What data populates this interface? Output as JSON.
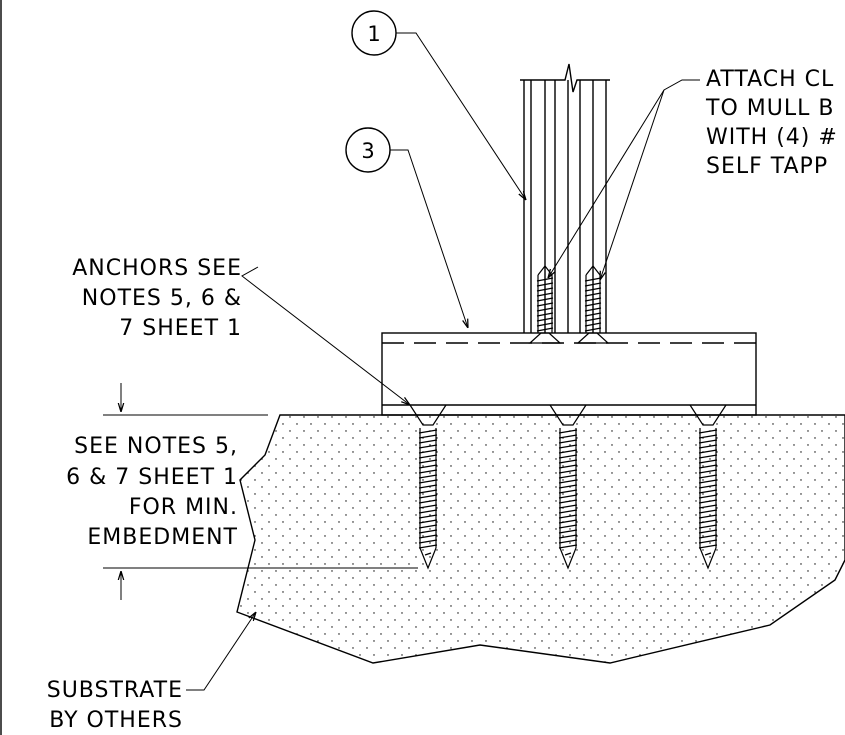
{
  "callouts": {
    "bubble_1": "1",
    "bubble_3": "3"
  },
  "notes": {
    "attach_clip": [
      "ATTACH CL",
      "TO MULL B",
      "WITH (4) #",
      "SELF TAPP"
    ],
    "anchors": [
      "ANCHORS SEE",
      "NOTES 5, 6 &",
      "7 SHEET 1"
    ],
    "embedment": [
      "SEE NOTES 5,",
      "6 & 7 SHEET 1",
      "FOR MIN.",
      "EMBEDMENT"
    ],
    "substrate": [
      "SUBSTRATE",
      "BY OTHERS"
    ]
  }
}
